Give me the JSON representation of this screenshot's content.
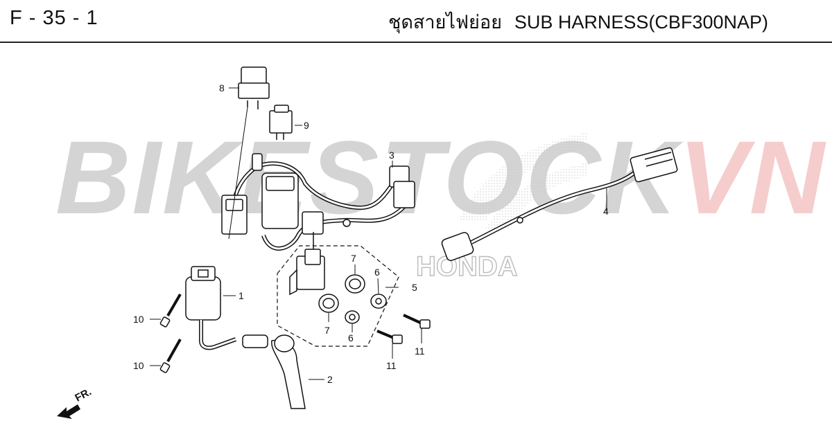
{
  "header": {
    "page_code": "F - 35 - 1",
    "title_thai": "ชุดสายไฟย่อย",
    "title_en": "SUB HARNESS(CBF300NAP)"
  },
  "watermark": {
    "text_main": "BIKESTOCK",
    "text_accent": "VN",
    "brand_text": "HONDA"
  },
  "direction_label": "FR.",
  "callouts": [
    "1",
    "2",
    "3",
    "4",
    "5",
    "6",
    "6",
    "7",
    "7",
    "8",
    "9",
    "10",
    "10",
    "11",
    "11"
  ],
  "colors": {
    "watermark_gray": "#9a9a9a",
    "watermark_red": "#e88a8a",
    "line": "#111111"
  }
}
